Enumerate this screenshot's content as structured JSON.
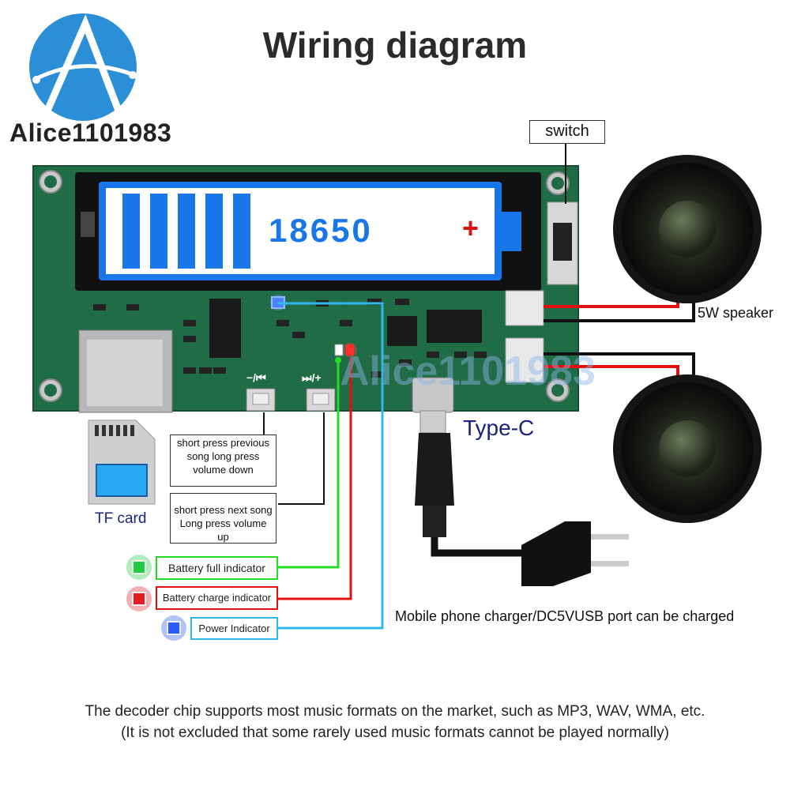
{
  "title": "Wiring diagram",
  "brand": "Alice1101983",
  "watermark": "Alice1101983",
  "battery_label": "18650",
  "battery_plus": "+",
  "switch_label": "switch",
  "speaker_label": "5W speaker",
  "typec_label": "Type-C",
  "tf_label": "TF card",
  "prev_button_label": "−/⏮",
  "next_button_label": "⏭/+",
  "prev_box": "short press previous song long press volume down",
  "next_box": "short press next song Long press volume up",
  "indicators": {
    "full": "Battery full indicator",
    "charge": "Battery charge indicator",
    "power": "Power Indicator"
  },
  "charger_label": "Mobile phone charger/DC5VUSB port can be charged",
  "note_line1": "The decoder chip supports most music formats on the market, such as MP3, WAV, WMA, etc.",
  "note_line2": "(It is not excluded that some rarely used music formats cannot be played normally)",
  "colors": {
    "pcb": "#1f6b45",
    "battery": "#1976e8",
    "green_wire": "#22dd22",
    "red_wire": "#e01010",
    "blue_wire": "#30b8e8",
    "logo": "#2a8fd6"
  }
}
